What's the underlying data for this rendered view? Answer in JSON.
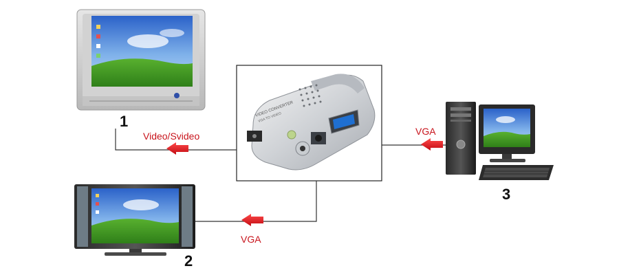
{
  "devices": {
    "crt_tv": {
      "number": "1"
    },
    "lcd_tv": {
      "number": "2"
    },
    "pc": {
      "number": "3"
    },
    "converter": {
      "case_text": "VIDEO CONVERTER",
      "case_subtext": "VGA TO VIDEO"
    }
  },
  "connections": {
    "to_crt": {
      "label": "Video/Svideo"
    },
    "to_lcd": {
      "label": "VGA"
    },
    "from_pc": {
      "label": "VGA"
    }
  },
  "colors": {
    "arrow": "#e0121b",
    "label": "#c8141c",
    "line": "#333333",
    "number": "#111111"
  }
}
